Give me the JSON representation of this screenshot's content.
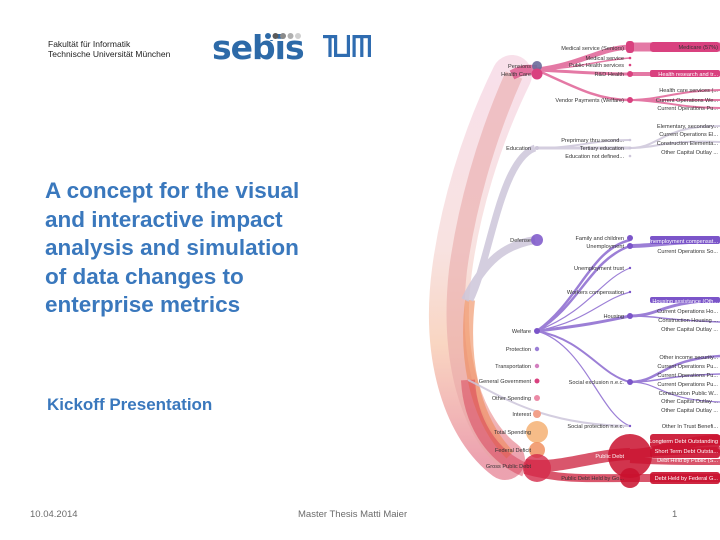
{
  "header": {
    "faculty_line1": "Fakultät für Informatik",
    "faculty_line2": "Technische Universität München",
    "sebis_logo": "sebis",
    "tum_logo": "TUM"
  },
  "title": {
    "line1": "A concept for the visual",
    "line2": "and interactive impact",
    "line3": "analysis and simulation",
    "line4": "of data changes to",
    "line5": "enterprise metrics"
  },
  "subtitle": "Kickoff Presentation",
  "footer": {
    "date": "10.04.2014",
    "center": "Master Thesis Matti Maier",
    "page": "1"
  },
  "colors": {
    "title_blue": "#3a78bd",
    "health_pink": "#d9417f",
    "welfare_purple": "#7b55c9",
    "debt_red": "#c9102e",
    "gray_flow": "#c9c3d6"
  },
  "viz": {
    "col1": [
      "Pensions",
      "Health Care",
      "Education",
      "Defense",
      "Welfare",
      "Protection",
      "Transportation",
      "General Government",
      "Other Spending",
      "Interest",
      "Total Spending",
      "Federal Deficit",
      "Gross Public Debt"
    ],
    "col2": [
      "Medical service (Seniors)",
      "Medical service",
      "Public Health services",
      "R&D Health",
      "Vendor Payments (Welfare)",
      "Preprimary thru second...",
      "Tertiary education",
      "Education not defined...",
      "Family and children",
      "Unemployment",
      "Unemployment trust",
      "Workers compensation",
      "Housing",
      "Social exclusion n.e.c.",
      "Social protection n.e.c.",
      "Public Debt",
      "Public Debt Held by Go..."
    ],
    "col3": [
      "Medicare (57%)",
      "Health research and tr...",
      "Health care services (...",
      "Current Operations We...",
      "Current Operations Pu...",
      "Elementary, secondary...",
      "Current Operations El...",
      "Construction Elementa...",
      "Other Capital Outlay ...",
      "Unemployment compensat...",
      "Current Operations So...",
      "Housing assistance (Oth...",
      "Current Operations Ho...",
      "Construction Housing ...",
      "Other Capital Outlay ...",
      "Other income security...",
      "Current Operations Pu...",
      "Current Operations Pu...",
      "Current Operations Pu...",
      "Construction Public W...",
      "Other Capital Outlay ...",
      "Other Capital Outlay ...",
      "Other In Trust Benefi...",
      "Longterm Debt Outstanding",
      "Short Term Debt Outsta...",
      "Debt Held by Public (S...",
      "Debt Held by Federal G..."
    ]
  }
}
